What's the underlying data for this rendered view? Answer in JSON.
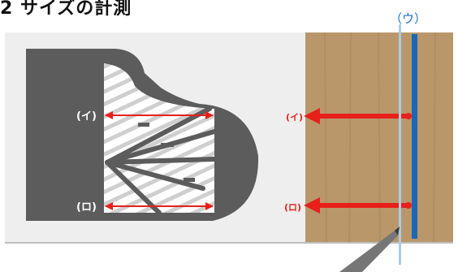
{
  "heading": "2 サイズの計測",
  "pointer_u": "（ウ）",
  "labels": {
    "i_left": "(イ)",
    "ro_left": "(ロ)",
    "i_right": "(イ)",
    "ro_right": "(ロ)"
  },
  "colors": {
    "arrow": "#e8201a",
    "ruler": "#1c67b3",
    "guide": "#a9cbe8",
    "piano": "#5c5c5c",
    "board": "#b9976b",
    "background": "#eeeeee"
  }
}
